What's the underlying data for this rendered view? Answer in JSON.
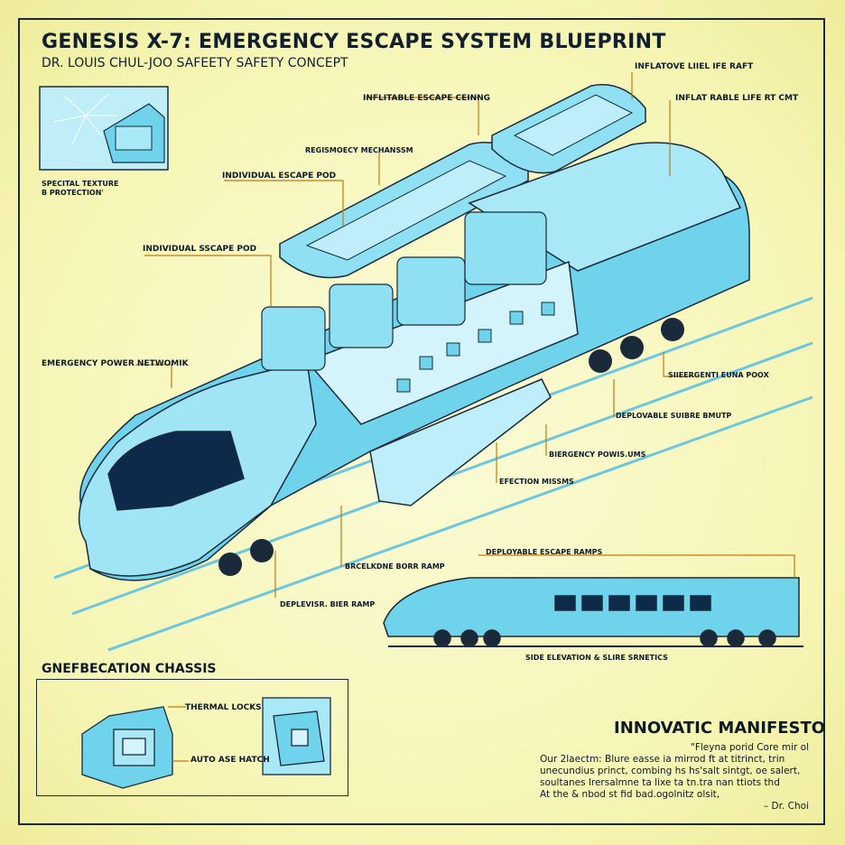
{
  "header": {
    "title": "GENESIS X-7: EMERGENCY ESCAPE SYSTEM BLUEPRINT",
    "subtitle": "DR. LOUIS CHUL-JOO SAFEETY SAFETY CONCEPT"
  },
  "callouts": {
    "inflatable_life_raft": "INFLATOVE LIIEL IFE RAFT",
    "inflatable_life_right": "INFLAT RABLE LIFE RT CMT",
    "inflatable_escape_ceiling": "INFLITABLE ESCAPE CEINNG",
    "redundancy_mechanism": "REGISMOECY MECHANSSM",
    "individual_escape_pod_1": "INDIVIDUAL ESCAPE POD",
    "individual_escape_pod_2": "INDIVIDUAL SSCAPE POD",
    "emergency_power_network": "EMERGENCY POWER NETWOMIK",
    "special_texture": "SPECITAL TEXTURE",
    "b_protection": "B PROTECTION'",
    "emergency_pods_right": "SIIEERGENTI EUNA POOX",
    "deployable_slide": "DEPLOVABLE SUIBRE BMUTP",
    "emergency_power_units": "BIERGENCY POWIS.UMS",
    "ejection_mechanisms": "EFECTION MISSMS",
    "breakdown_ramp": "BRCELKDNE BORR RAMP",
    "deployable_ramp_left": "DEPLEVISR. BIER RAMP",
    "deployable_escape_ramps": "DEPLOYABLE ESCAPE RAMPS",
    "side_elevation": "SIDE ELEVATION & SLIRE SRNETICS",
    "thermal_locks": "THERMAL LOCKS",
    "auto_hatch": "AUTO ASE HATCH"
  },
  "chassis": {
    "title": "GNEFBECATION CHASSIS"
  },
  "manifesto": {
    "title": "INNOVATIC MANIFESTO",
    "quote": "\"Fleyna porid Core mir ol",
    "line1": "Our 2laectm: Blure easse ia mirrod ft at titrinct, trin",
    "line2": "unecundius princt, combing hs hs'salt sintgt, oe salert,",
    "line3": "soultanes lrersalmne ta lixe ta tn.tra nan ttiots thd",
    "line4": "At the & nbod st fid bad.ogolnitz olsit,",
    "signature": "– Dr. Choi"
  },
  "colors": {
    "background": "#f6f5b4",
    "train_body": "#6fd3ec",
    "train_light": "#a9e8f6",
    "line": "#1a2a3a",
    "accent_orange": "#c07a10"
  }
}
